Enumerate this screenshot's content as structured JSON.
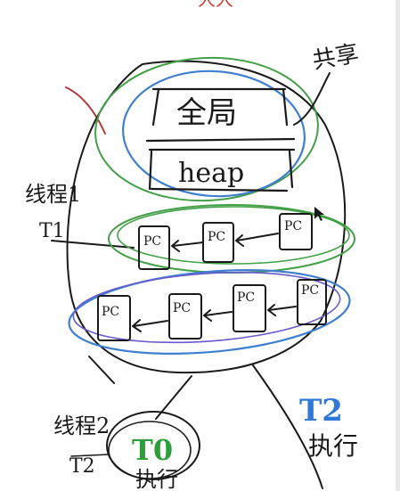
{
  "colors": {
    "ink": "#1a1a1a",
    "green": "#43a047",
    "blue": "#3f7fd0",
    "purple": "#6a5acd",
    "red": "#d0392b",
    "darkred": "#8e2a2a",
    "t_blue": "#2f78d8",
    "t_green": "#2e9e3a"
  },
  "labels": {
    "top_mark": "大大",
    "share_note": "共享",
    "global_box": "全局",
    "heap_box": "heap",
    "thread1": "线程1",
    "t1": "T1",
    "thread2": "线程2",
    "t2_small": "T2",
    "t2_big": "T2",
    "exec_right": "执行",
    "t_green": "T0",
    "exec_left": "执行"
  },
  "frames": {
    "row1": [
      "PC",
      "PC",
      "PC"
    ],
    "row2": [
      "PC",
      "PC",
      "PC",
      "PC"
    ]
  }
}
